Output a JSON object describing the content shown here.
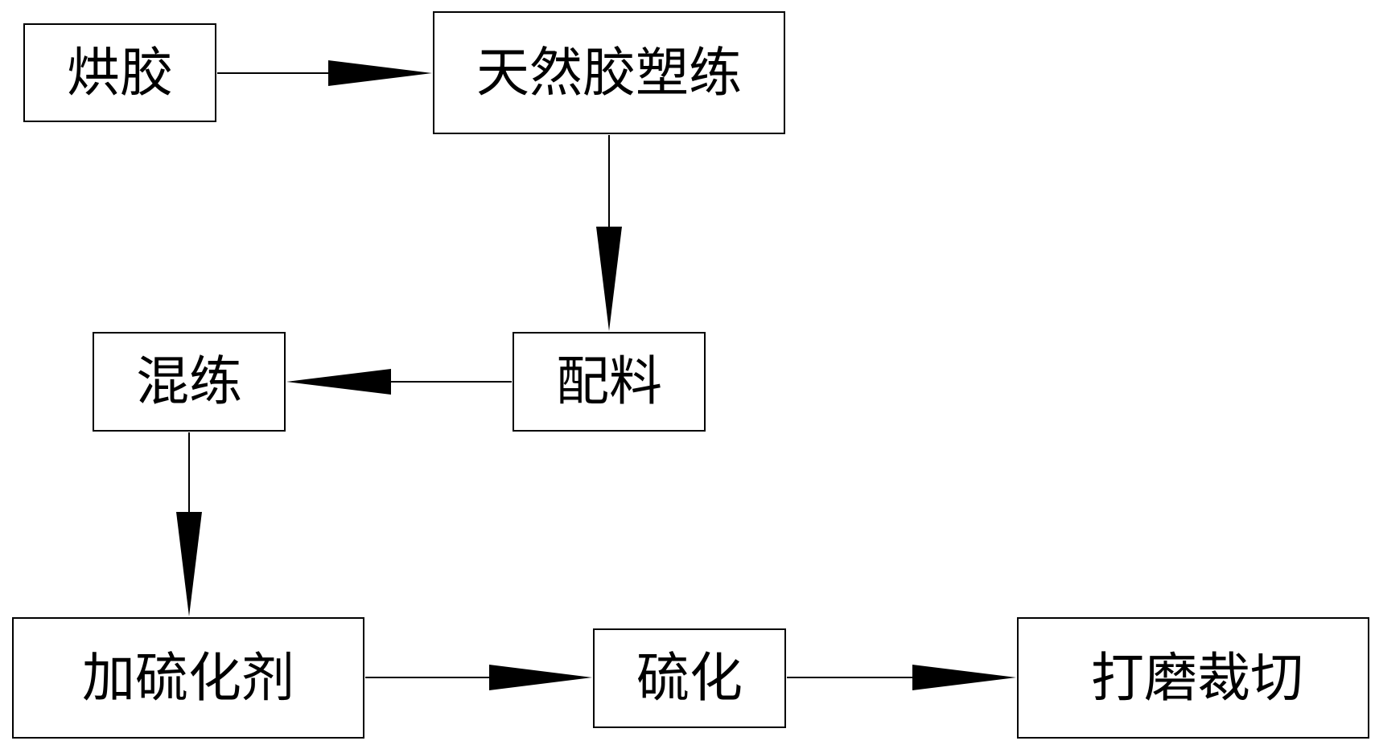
{
  "diagram": {
    "steps": {
      "hongjiao": "烘胶",
      "suolian": "天然胶塑练",
      "peiliao": "配料",
      "hunlian": "混练",
      "jialiuhuaji": "加硫化剂",
      "liuhua": "硫化",
      "damocaiqie": "打磨裁切"
    },
    "line_color": "#000000"
  }
}
